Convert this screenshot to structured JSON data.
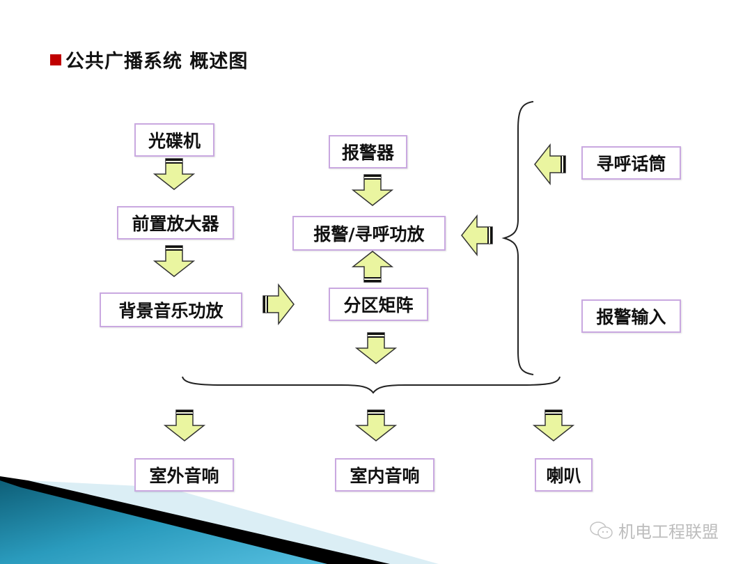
{
  "title": "公共广播系统 概述图",
  "colors": {
    "accent": "#c00000",
    "box_border": "#c9a8e0",
    "arrow_fill": "#eaf5a0",
    "decor_teal": "#1b7f9c"
  },
  "nodes": {
    "cd_player": "光碟机",
    "preamp": "前置放大器",
    "bgm_amp": "背景音乐功放",
    "alarm": "报警器",
    "alarm_paging_amp": "报警/寻呼功放",
    "zone_matrix": "分区矩阵",
    "paging_mic": "寻呼话筒",
    "alarm_input": "报警输入",
    "outdoor_speaker": "室外音响",
    "indoor_speaker": "室内音响",
    "horn": "喇叭"
  },
  "arrows": [
    {
      "from": "cd_player",
      "to": "preamp",
      "direction": "down"
    },
    {
      "from": "preamp",
      "to": "bgm_amp",
      "direction": "down"
    },
    {
      "from": "bgm_amp",
      "to": "zone_matrix",
      "direction": "right"
    },
    {
      "from": "alarm",
      "to": "alarm_paging_amp",
      "direction": "down"
    },
    {
      "from": "zone_matrix",
      "to": "alarm_paging_amp",
      "direction": "up"
    },
    {
      "from": "paging_mic",
      "to": "alarm_paging_amp",
      "direction": "left"
    },
    {
      "from": "alarm_input",
      "to": "alarm_paging_amp",
      "direction": "left"
    },
    {
      "from": "zone_matrix",
      "to": "outputs",
      "direction": "down"
    },
    {
      "from": "outputs",
      "to": "outdoor_speaker",
      "direction": "down"
    },
    {
      "from": "outputs",
      "to": "indoor_speaker",
      "direction": "down"
    },
    {
      "from": "outputs",
      "to": "horn",
      "direction": "down"
    }
  ],
  "watermark": {
    "icon": "wechat-icon",
    "text": "机电工程联盟"
  }
}
